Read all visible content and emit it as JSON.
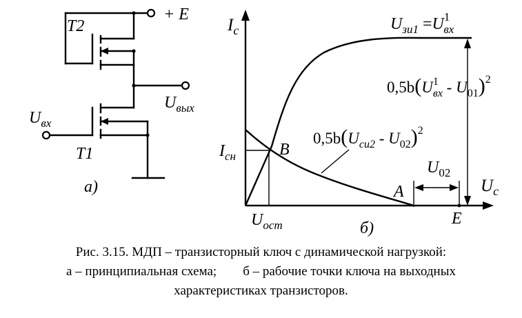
{
  "circuit": {
    "supply_label": "+ E",
    "t2_label": "T2",
    "t1_label": "T1",
    "input_label_main": "U",
    "input_label_sub": "вх",
    "output_label_main": "U",
    "output_label_sub": "вых",
    "panel_label": "а)"
  },
  "graph": {
    "panel_label": "б)",
    "y_axis_main": "I",
    "y_axis_sub": "c",
    "x_axis_main": "U",
    "x_axis_sub": "c",
    "top_curve_label": {
      "left_main": "U",
      "left_sub": "зи1",
      "equals": "=",
      "right_main": "U",
      "right_sup": "1",
      "right_sub": "вх"
    },
    "right_formula": {
      "prefix": "0,5b",
      "open": "(",
      "u_main": "U",
      "u_sup": "1",
      "u_sub": "вх",
      "minus": " - ",
      "u0_main": "U",
      "u0_sub": "01",
      "close": ")",
      "power": "2"
    },
    "load_formula": {
      "prefix": "0,5b",
      "open": "(",
      "u_main": "U",
      "u_sub": "си2",
      "minus": " - ",
      "u0_main": "U",
      "u0_sub": "02",
      "close": ")",
      "power": "2"
    },
    "isn_main": "I",
    "isn_sub": "сн",
    "point_b": "B",
    "point_a": "A",
    "u02_main": "U",
    "u02_sub": "02",
    "uost_main": "U",
    "uost_sub": "ост",
    "e_label": "E"
  },
  "caption": {
    "line1": "Рис. 3.15. МДП – транзисторный ключ с динамической нагрузкой:",
    "line2_a": "а – принципиальная схема;",
    "line2_b": "б – рабочие точки ключа на  выходных",
    "line3": "характеристиках транзисторов."
  }
}
